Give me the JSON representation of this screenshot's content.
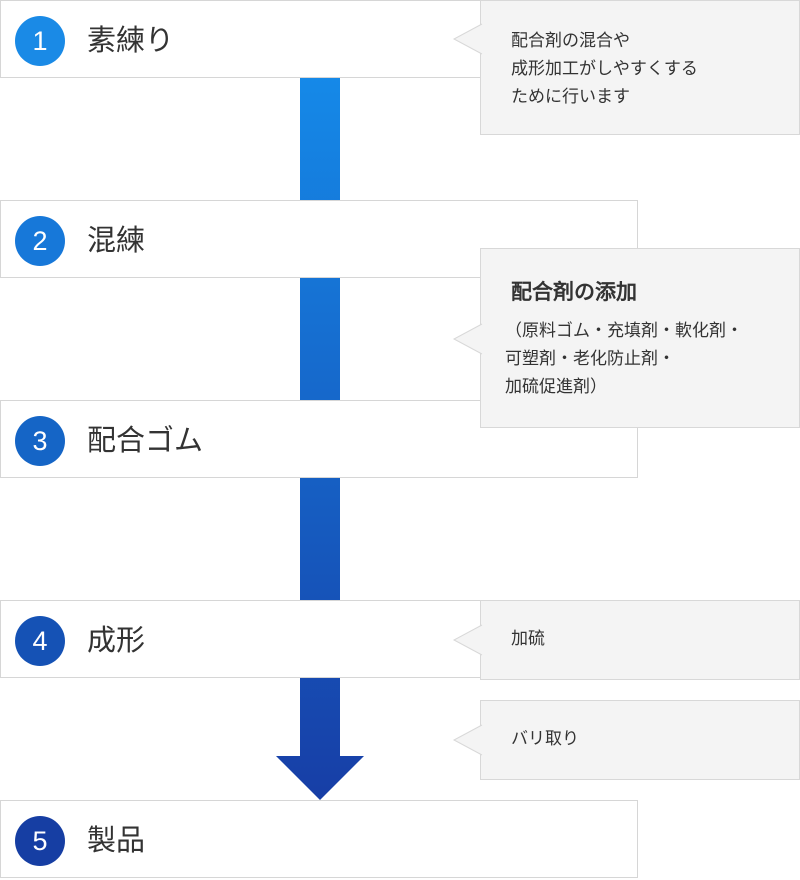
{
  "steps": [
    {
      "number": "1",
      "label": "素練り",
      "color": "#1a8ae6"
    },
    {
      "number": "2",
      "label": "混練",
      "color": "#1778d9"
    },
    {
      "number": "3",
      "label": "配合ゴム",
      "color": "#1565c6"
    },
    {
      "number": "4",
      "label": "成形",
      "color": "#1552b5"
    },
    {
      "number": "5",
      "label": "製品",
      "color": "#163ea3"
    }
  ],
  "notes": [
    {
      "text": "配合剤の混合や\n成形加工がしやすくする\nために行います"
    },
    {
      "title": "配合剤の添加",
      "text": "（原料ゴム・充填剤・軟化剤・\n 可塑剤・老化防止剤・\n 加硫促進剤）"
    },
    {
      "text": "加硫"
    },
    {
      "text": "バリ取り"
    }
  ],
  "colors": {
    "arrow_top": "#1589e8",
    "arrow_bottom": "#173ea6",
    "note_bg": "#f4f4f4",
    "border": "#d6d6d6"
  }
}
